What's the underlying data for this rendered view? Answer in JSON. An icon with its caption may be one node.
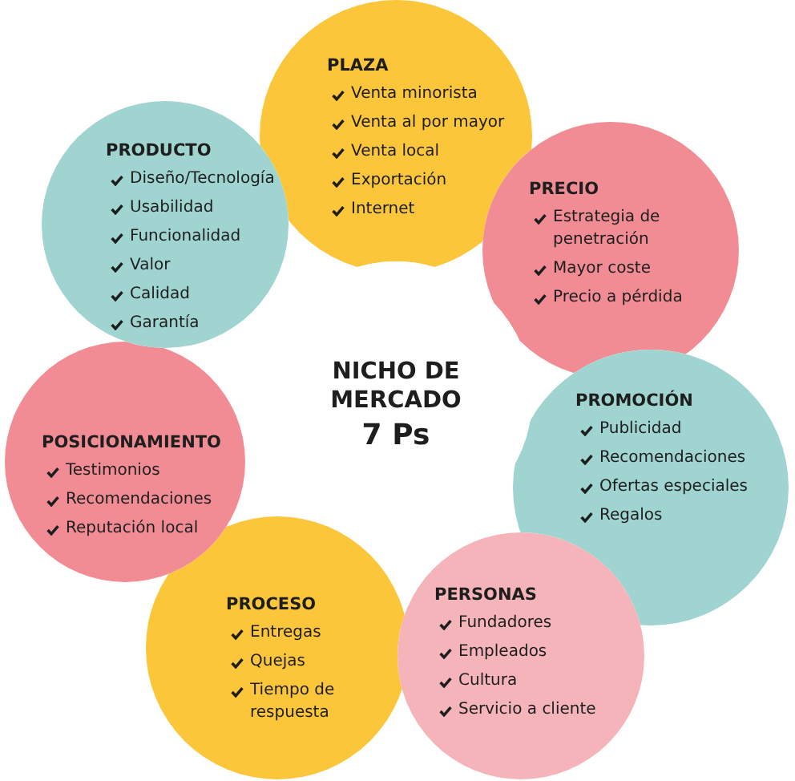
{
  "diagram": {
    "nodes": [
      {
        "text": [
          "NICHO DE MERCADO",
          "7 Ps"
        ]
      },
      {
        "text": [
          "PLAZA",
          "Venta minorista",
          "Venta al por mayor",
          "Venta local",
          "Exportación",
          "Internet"
        ]
      },
      {
        "text": [
          "PRECIO",
          "Estrategia de penetración",
          "Mayor coste",
          "Precio a pérdida"
        ]
      },
      {
        "text": [
          "PROMOCIÓN",
          "Publicidad",
          "Recomendaciones",
          "Ofertas especiales",
          "Regalos"
        ]
      },
      {
        "text": [
          "PERSONAS",
          "Fundadores",
          "Empleados",
          "Cultura",
          "Servicio a cliente"
        ]
      },
      {
        "text": [
          "PROCESO",
          "Entregas",
          "Quejas",
          "Tiempo de respuesta"
        ]
      },
      {
        "text": [
          "POSICIONAMIENTO",
          "Testimonios",
          "Recomendaciones",
          "Reputación local"
        ]
      },
      {
        "text": [
          "PRODUCTO",
          "Diseño/Tecnología",
          "Usabilidad",
          "Funcionalidad",
          "Valor",
          "Calidad",
          "Garantía"
        ]
      }
    ]
  }
}
